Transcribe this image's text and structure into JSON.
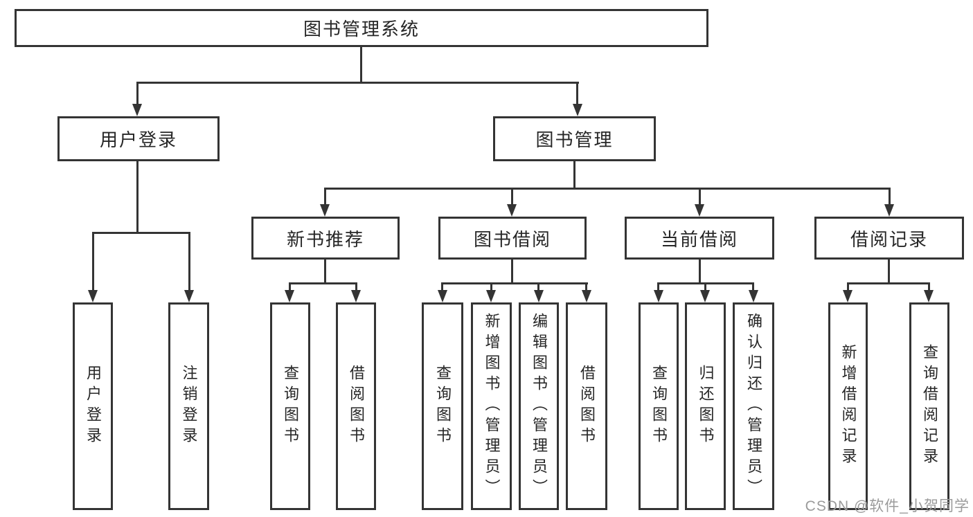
{
  "tree": {
    "root": "图书管理系统",
    "children": [
      {
        "label": "用户登录",
        "children": [
          "用户登录",
          "注销登录"
        ]
      },
      {
        "label": "图书管理",
        "children": [
          {
            "label": "新书推荐",
            "children": [
              "查询图书",
              "借阅图书"
            ]
          },
          {
            "label": "图书借阅",
            "children": [
              "查询图书",
              "新增图书（管理员）",
              "编辑图书（管理员）",
              "借阅图书"
            ]
          },
          {
            "label": "当前借阅",
            "children": [
              "查询图书",
              "归还图书",
              "确认归还（管理员）"
            ]
          },
          {
            "label": "借阅记录",
            "children": [
              "新增借阅记录",
              "查询借阅记录"
            ]
          }
        ]
      }
    ]
  },
  "watermark": "CSDN @软件_小贺同学",
  "colors": {
    "line": "#343434",
    "text": "#262626",
    "watermark": "#9b9b9b",
    "background": "#ffffff"
  }
}
